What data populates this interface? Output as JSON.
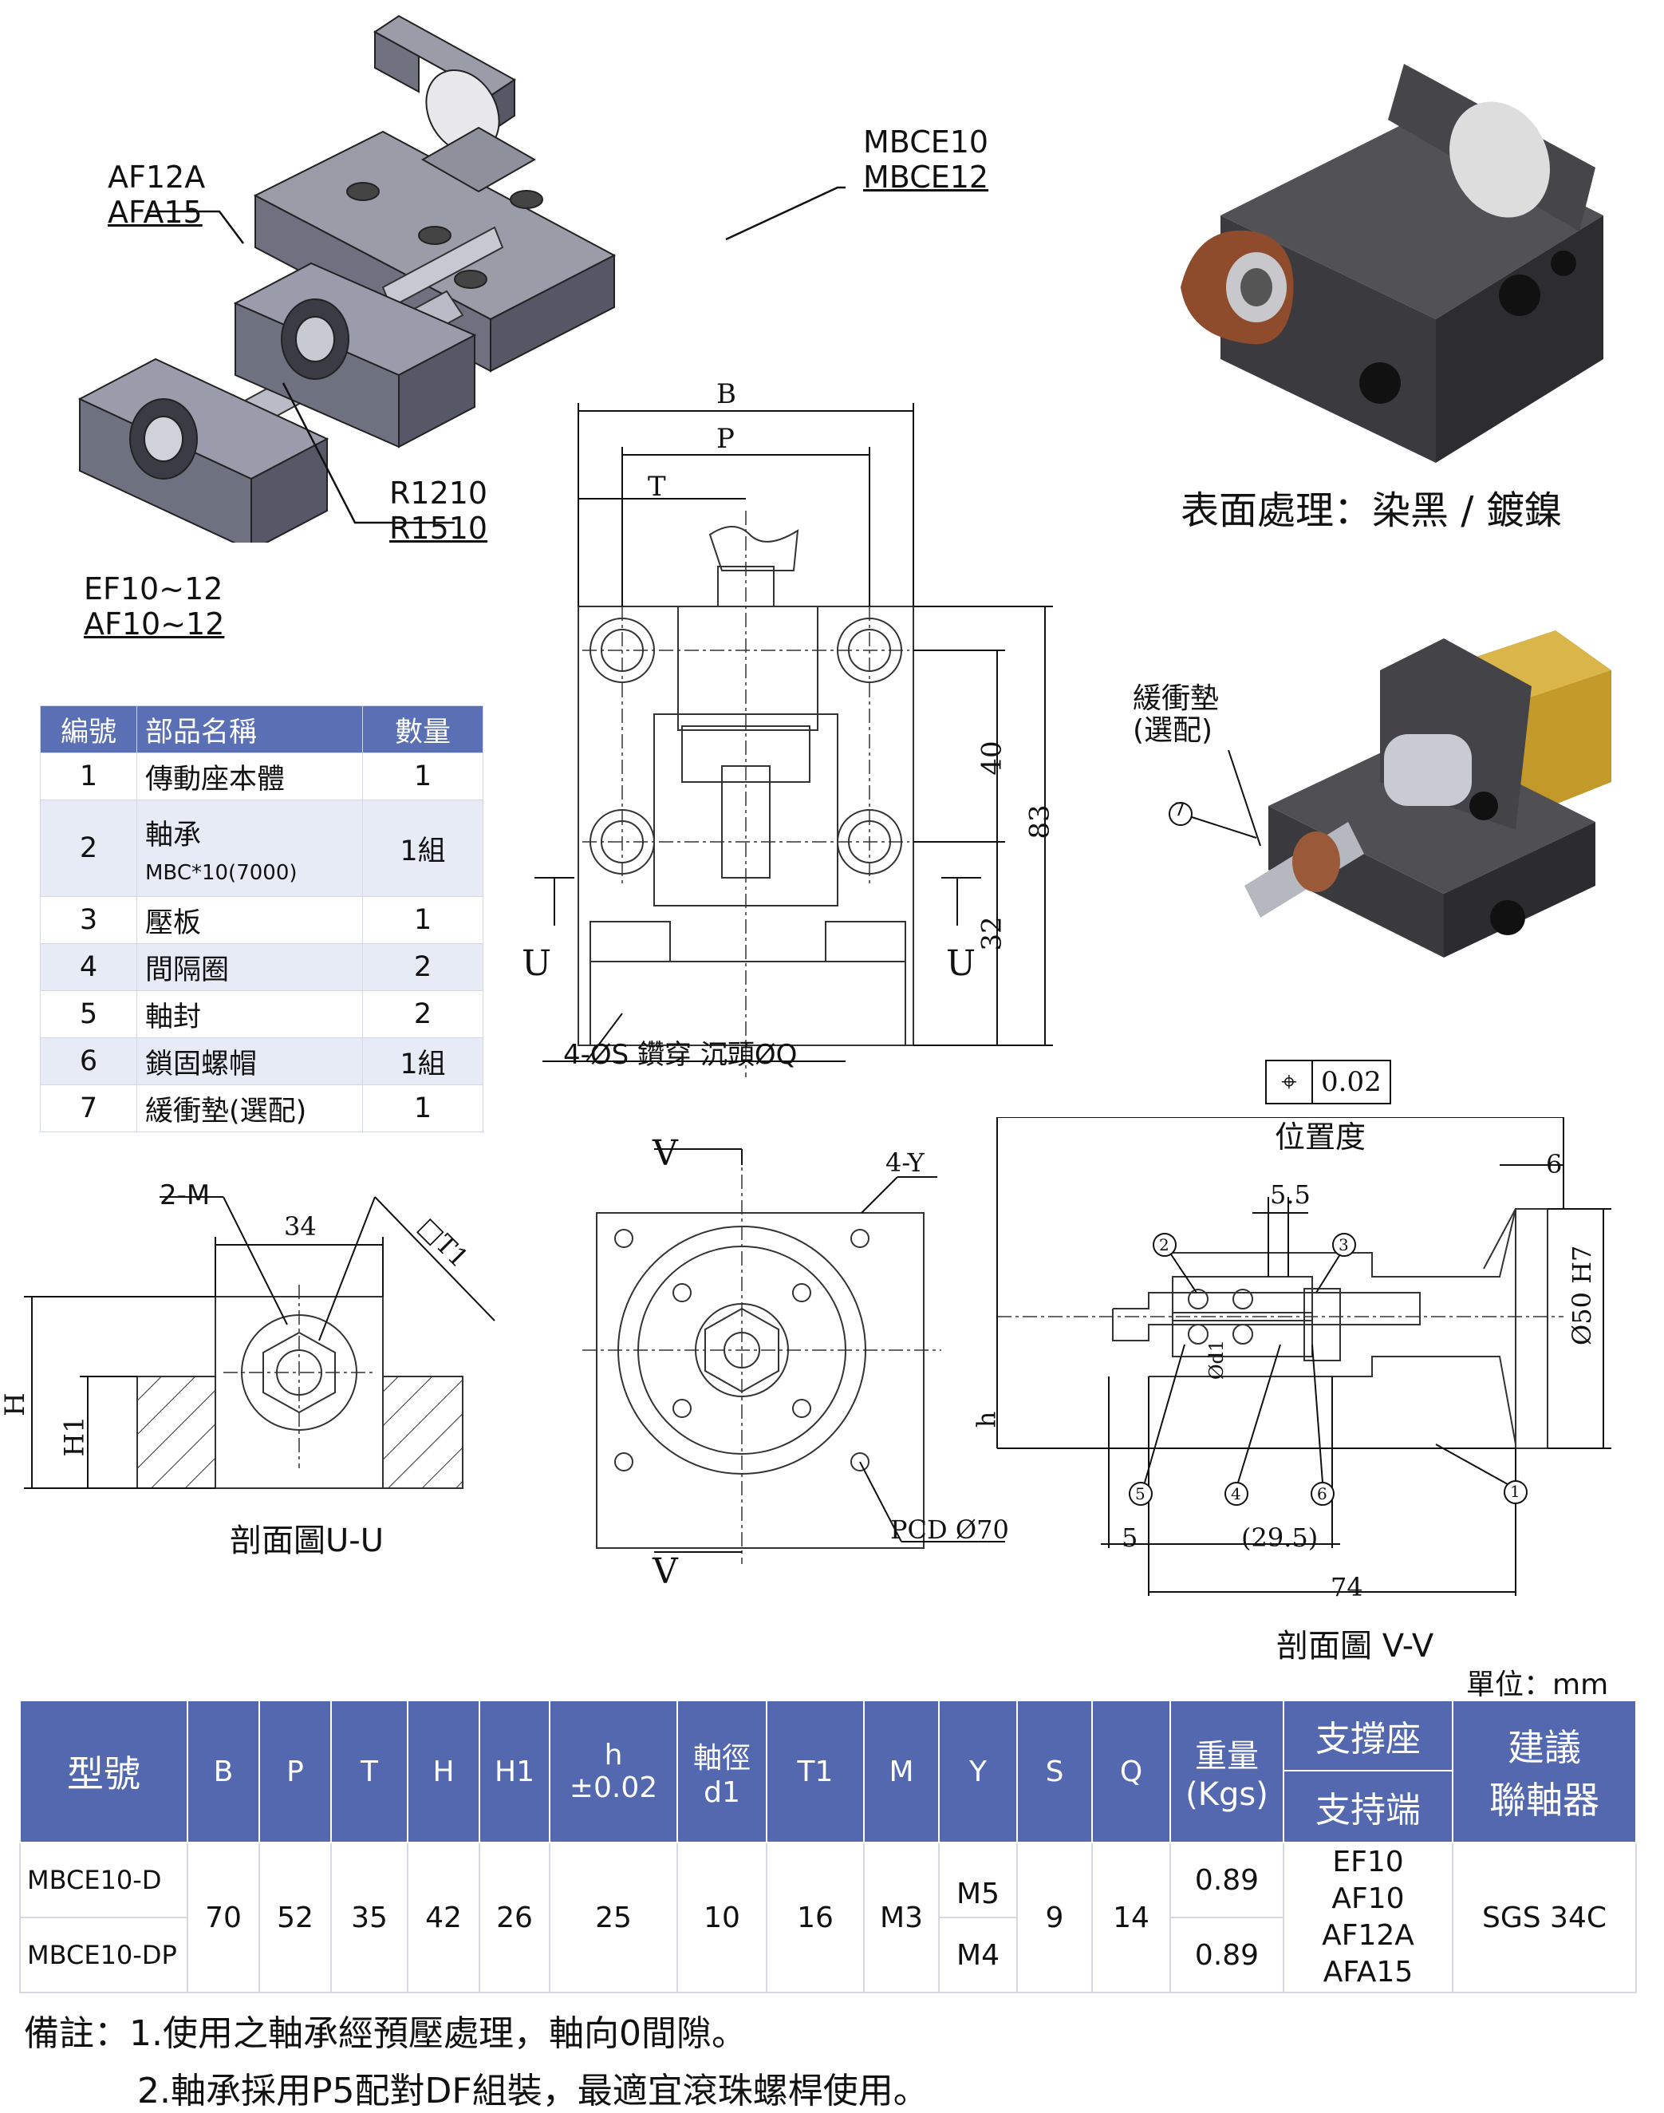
{
  "iso_labels": {
    "af12a": [
      "AF12A",
      "AFA15"
    ],
    "mbce": [
      "MBCE10",
      "MBCE12"
    ],
    "r": [
      "R1210",
      "R1510"
    ],
    "ef": [
      "EF10~12",
      "AF10~12"
    ]
  },
  "surface_treatment": "表面處理：染黑 / 鍍鎳",
  "cushion_label": [
    "緩衝墊",
    "(選配)"
  ],
  "cushion_number": "7",
  "parts_table": {
    "headers": [
      "編號",
      "部品名稱",
      "數量"
    ],
    "rows": [
      {
        "no": "1",
        "name": "傳動座本體",
        "sub": "",
        "qty": "1"
      },
      {
        "no": "2",
        "name": "軸承",
        "sub": "MBC*10(7000)",
        "qty": "1組"
      },
      {
        "no": "3",
        "name": "壓板",
        "sub": "",
        "qty": "1"
      },
      {
        "no": "4",
        "name": "間隔圈",
        "sub": "",
        "qty": "2"
      },
      {
        "no": "5",
        "name": "軸封",
        "sub": "",
        "qty": "2"
      },
      {
        "no": "6",
        "name": "鎖固螺帽",
        "sub": "",
        "qty": "1組"
      },
      {
        "no": "7",
        "name": "緩衝墊(選配)",
        "sub": "",
        "qty": "1"
      }
    ]
  },
  "front_view": {
    "B": "B",
    "P": "P",
    "T": "T",
    "dim40": "40",
    "dim83": "83",
    "dim32": "32",
    "U": "U",
    "hole_note": "4-ØS 鑽穿 沉頭ØQ"
  },
  "position_tol": {
    "symbol": "⌖",
    "value": "0.02",
    "label": "位置度"
  },
  "section_uu": {
    "label": "剖面圖U-U",
    "m": "2-M",
    "dim34": "34",
    "t1": "□T1",
    "H": "H",
    "H1": "H1"
  },
  "side_view": {
    "V": "V",
    "Y": "4-Y",
    "pcd": "PCD Ø70"
  },
  "section_vv": {
    "label": "剖面圖 V-V",
    "d6": "6",
    "d55": "5.5",
    "d5": "5",
    "d295": "(29.5)",
    "d74": "74",
    "h": "h",
    "d1": "Ød1",
    "d50": "Ø50 H7",
    "balloons": [
      "1",
      "2",
      "3",
      "4",
      "5",
      "6"
    ]
  },
  "unit": "單位：mm",
  "spec_table": {
    "headers": {
      "model": "型號",
      "B": "B",
      "P": "P",
      "T": "T",
      "H": "H",
      "H1": "H1",
      "h": [
        "h",
        "±0.02"
      ],
      "d1": [
        "軸徑",
        "d1"
      ],
      "T1": "T1",
      "M": "M",
      "Y": "Y",
      "S": "S",
      "Q": "Q",
      "weight": [
        "重量",
        "(Kgs)"
      ],
      "support": "支撐座",
      "support_end": "支持端",
      "coupling": [
        "建議",
        "聯軸器"
      ]
    },
    "rows": [
      {
        "model": "MBCE10-D",
        "Y": "M5",
        "weight": "0.89"
      },
      {
        "model": "MBCE10-DP",
        "Y": "M4",
        "weight": "0.89"
      }
    ],
    "shared": {
      "B": "70",
      "P": "52",
      "T": "35",
      "H": "42",
      "H1": "26",
      "h": "25",
      "d1": "10",
      "T1": "16",
      "M": "M3",
      "S": "9",
      "Q": "14",
      "support": [
        "EF10",
        "AF10",
        "AF12A",
        "AFA15"
      ],
      "coupling": "SGS 34C"
    }
  },
  "notes": [
    "備註：1.使用之軸承經預壓處理，軸向0間隙。",
    "2.軸承採用P5配對DF組裝，最適宜滾珠螺桿使用。"
  ],
  "colors": {
    "header_blue": "#5468b0",
    "row_alt": "#e7ebf6",
    "part_grey": "#6b6e7c",
    "dark_block": "#3a3a3e",
    "copper": "#9a5a3a",
    "brass": "#c39a2a"
  }
}
